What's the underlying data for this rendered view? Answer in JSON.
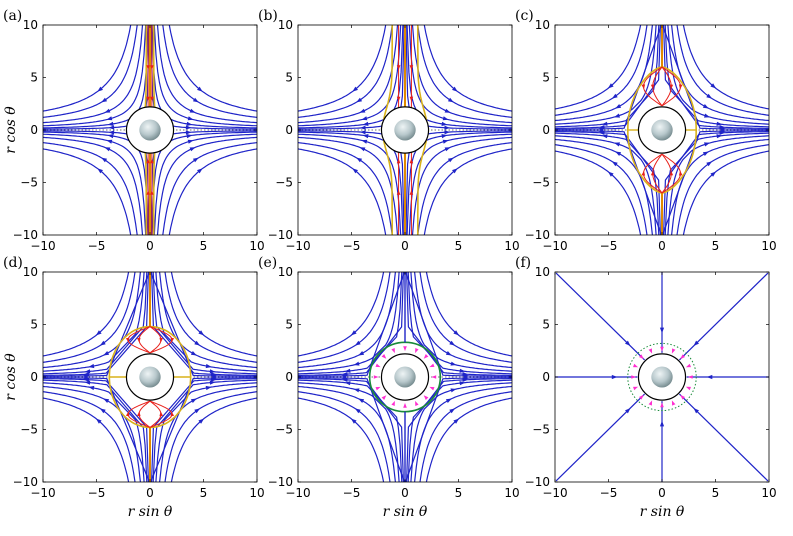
{
  "figure": {
    "xlabel": "r sin θ",
    "ylabel": "r cos θ",
    "xlim": [
      -10,
      10
    ],
    "ylim": [
      -10,
      10
    ],
    "ticks": [
      -10,
      -5,
      0,
      5,
      10
    ]
  },
  "colors": {
    "outer_streamlines": "#1f24c8",
    "inner_streamlines": "#e8201a",
    "inner_arrows_e": "#ff2fd0",
    "separatrix": "#d9b21a",
    "axis_line": "#e08a00",
    "circle": "#000000",
    "sphere": "#b8c8cc"
  },
  "chart_data": [
    {
      "type": "streamline",
      "panel": "(a)",
      "inner_radius": 2.2,
      "circle_radius": 2.0,
      "region_halfwidth": 0.35,
      "region_type": "thin",
      "outer": "hyperbolic",
      "x_label_shown": false,
      "y_label_shown": true
    },
    {
      "type": "streamline",
      "panel": "(b)",
      "inner_radius": 2.2,
      "circle_radius": 2.0,
      "region_halfwidth": 1.2,
      "region_type": "wide",
      "outer": "hyperbolic",
      "x_label_shown": false,
      "y_label_shown": false
    },
    {
      "type": "streamline",
      "panel": "(c)",
      "inner_radius": 2.2,
      "circle_radius": 2.0,
      "region_halfwidth": 3.2,
      "region_top": 6.0,
      "region_type": "teardrop",
      "outer": "hyperbolic",
      "x_label_shown": false,
      "y_label_shown": false
    },
    {
      "type": "streamline",
      "panel": "(d)",
      "inner_radius": 2.2,
      "circle_radius": 2.0,
      "region_halfwidth": 3.8,
      "region_top": 4.8,
      "region_type": "lens",
      "outer": "hyperbolic",
      "x_label_shown": true,
      "y_label_shown": true
    },
    {
      "type": "streamline",
      "panel": "(e)",
      "inner_radius": 2.2,
      "circle_radius": 3.3,
      "region_halfwidth": 3.3,
      "region_type": "circle",
      "outer": "hyperbolic",
      "x_label_shown": true,
      "y_label_shown": false
    },
    {
      "type": "streamline",
      "panel": "(f)",
      "inner_radius": 2.2,
      "circle_radius": 3.2,
      "region_type": "radial",
      "outer": "radial",
      "x_label_shown": true,
      "y_label_shown": false
    }
  ]
}
